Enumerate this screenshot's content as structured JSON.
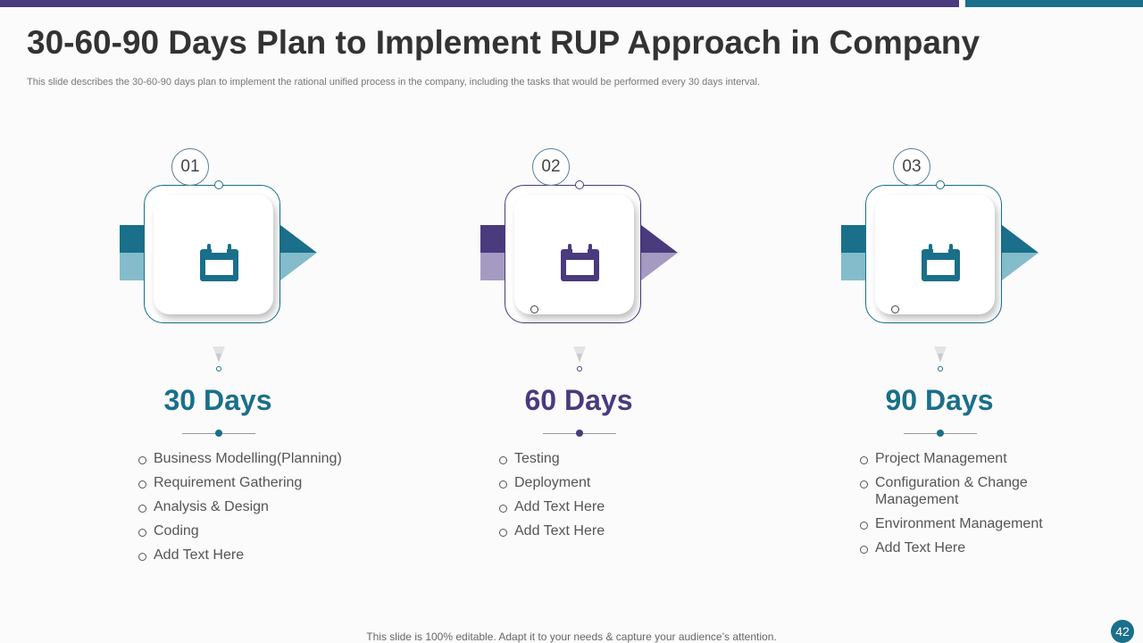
{
  "slide": {
    "title": "30-60-90 Days Plan to Implement RUP Approach in Company",
    "subtitle": "This slide describes the 30-60-90 days plan to implement the rational unified process in the company, including the tasks that would be performed every 30 days interval.",
    "footer": "This slide is 100% editable. Adapt it to your needs & capture your audience’s attention.",
    "page_number": "42"
  },
  "colors": {
    "teal": "#1a6f8a",
    "teal_light": "#84bccb",
    "purple": "#4a3a7e",
    "purple_light": "#a59bc2"
  },
  "phases": [
    {
      "number": "01",
      "days": "30 Days",
      "icon": "calendar-icon",
      "color": "#1a6f8a",
      "light": "#84bccb",
      "tasks": [
        "Business Modelling(Planning)",
        "Requirement  Gathering",
        "Analysis & Design",
        "Coding",
        "Add Text Here"
      ]
    },
    {
      "number": "02",
      "days": "60 Days",
      "icon": "calendar-icon",
      "color": "#4a3a7e",
      "light": "#a59bc2",
      "tasks": [
        "Testing",
        "Deployment",
        "Add Text Here",
        "Add Text Here"
      ]
    },
    {
      "number": "03",
      "days": "90 Days",
      "icon": "calendar-icon",
      "color": "#1a6f8a",
      "light": "#84bccb",
      "tasks": [
        "Project Management",
        "Configuration & Change Management",
        "Environment  Management",
        "Add Text Here"
      ]
    }
  ]
}
